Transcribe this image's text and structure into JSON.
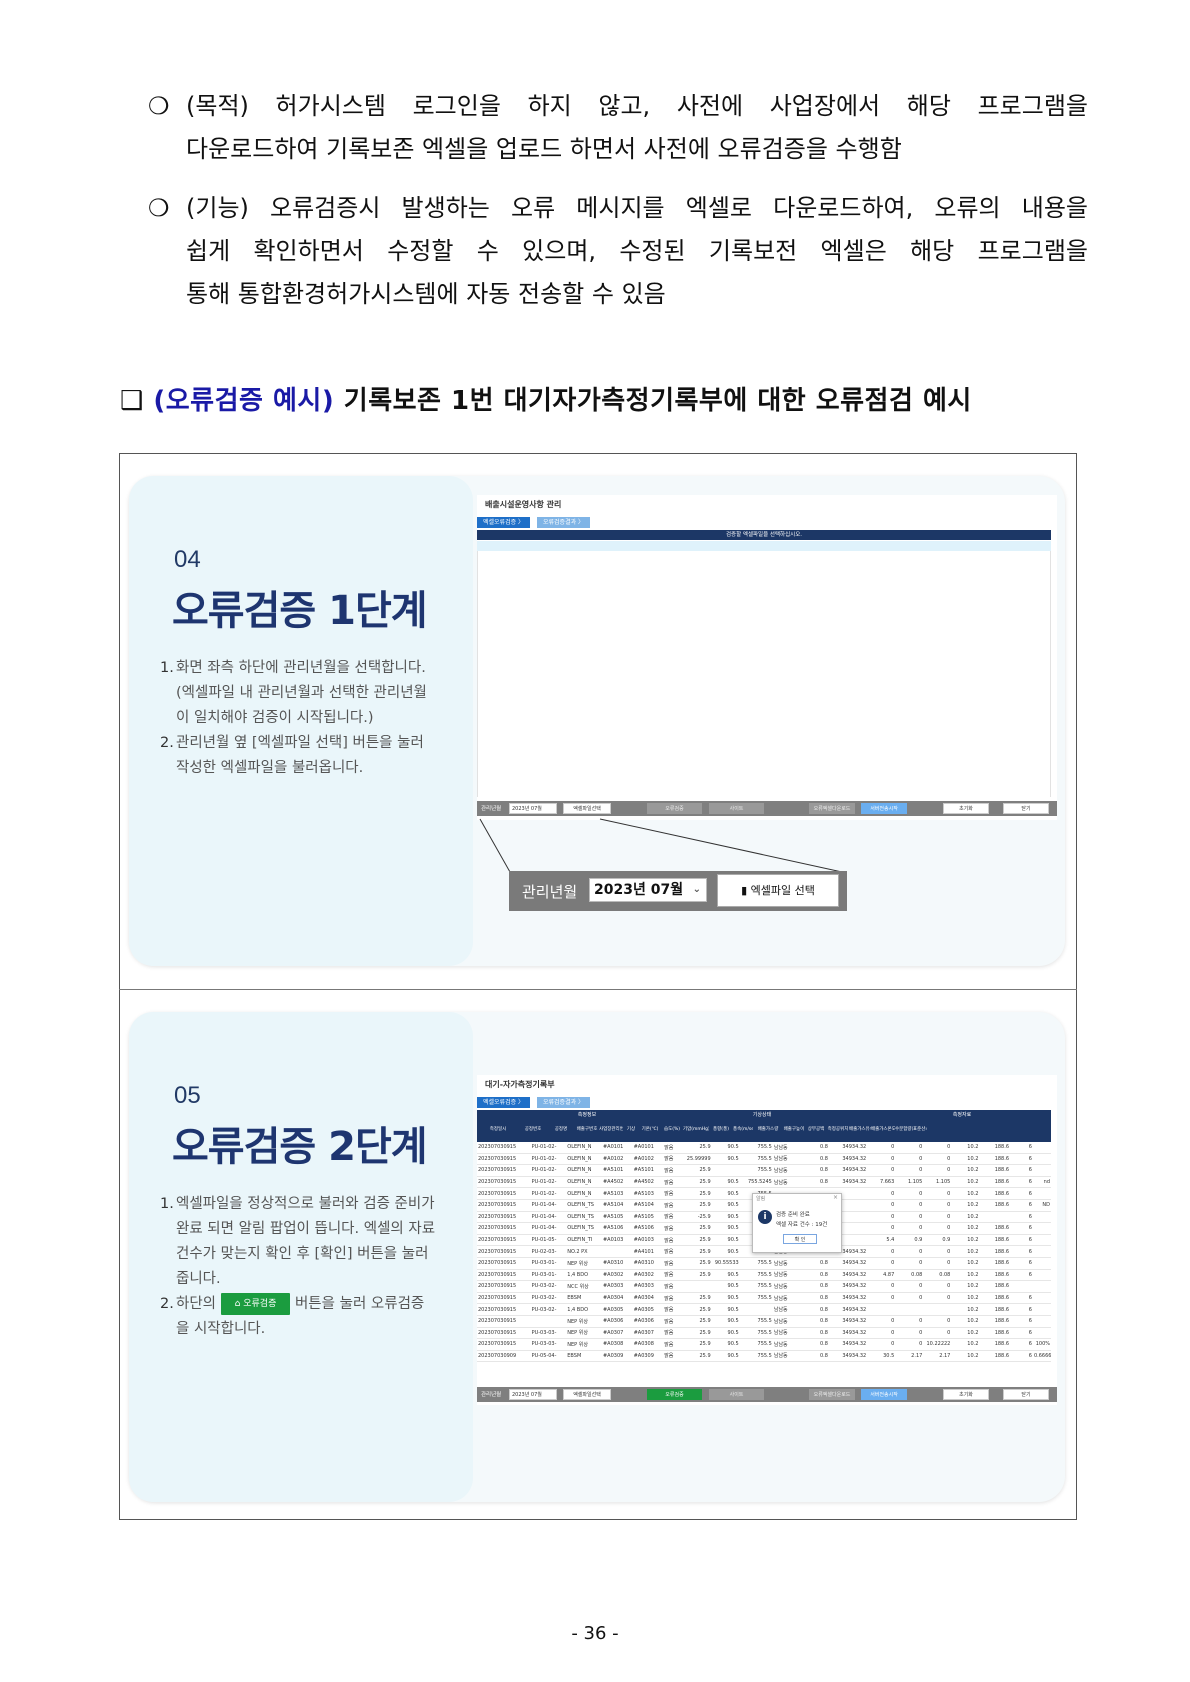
{
  "paragraphs": [
    {
      "marker": "❍",
      "lines": [
        "(목적) 허가시스템 로그인을 하지 않고, 사전에 사업장에서 해당 프로그램을",
        "다운로드하여 기록보존 엑셀을 업로드 하면서 사전에 오류검증을 수행함"
      ]
    },
    {
      "marker": "❍",
      "lines": [
        "(기능) 오류검증시 발생하는 오류 메시지를 엑셀로 다운로드하여, 오류의 내용을",
        "쉽게 확인하면서 수정할 수 있으며, 수정된 기록보전 엑셀은 해당 프로그램을",
        "통해 통합환경허가시스템에 자동 전송할 수 있음"
      ]
    }
  ],
  "heading": {
    "marker": "❑",
    "blue": "(오류검증 예시)",
    "rest": "기록보존 1번 대기자가측정기록부에 대한 오류점검 예시"
  },
  "step1": {
    "num": "04",
    "title": "오류검증 1단계",
    "items": [
      {
        "n": "1.",
        "lines": [
          "화면 좌측 하단에 관리년월을 선택합니다.",
          "(엑셀파일 내 관리년월과 선택한 관리년월",
          "이 일치해야 검증이 시작됩니다.)"
        ]
      },
      {
        "n": "2.",
        "lines": [
          "관리년월 옆 [엑셀파일 선택] 버튼을 눌러",
          "작성한 엑셀파일을 불러옵니다."
        ]
      }
    ],
    "screen": {
      "title": "배출시설운영사항 관리",
      "tabs": [
        "엑셀오류검증 〉",
        "오류검증결과 〉"
      ],
      "banner": "검증할 엑셀파일을 선택하십시오.",
      "month_label": "관리년월",
      "month_value": "2023년 07월",
      "file_btn": "엑셀파일선택",
      "btns": [
        "오류검증",
        "사이트",
        "오류엑셀다운로드",
        "서버전송시작",
        "초기화",
        "닫기"
      ]
    },
    "zoom": {
      "month_label": "관리년월",
      "month_value": "2023년 07월",
      "file_btn": "엑셀파일 선택"
    }
  },
  "step2": {
    "num": "05",
    "title": "오류검증 2단계",
    "item1": {
      "n": "1.",
      "lines": [
        "엑셀파일을 정상적으로 불러와 검증 준비가",
        "완료 되면 알림 팝업이 뜹니다. 엑셀의 자료",
        "건수가 맞는지 확인 후 [확인] 버튼을 눌러",
        "줍니다."
      ]
    },
    "item2": {
      "n": "2.",
      "before": "하단의",
      "btn": "오류검증",
      "after": "버튼을 눌러 오류검증",
      "line2": "을 시작합니다."
    },
    "screen": {
      "title": "대기-자가측정기록부",
      "tabs": [
        "엑셀오류검증 〉",
        "오류검증결과 〉"
      ],
      "group_headers": [
        "측정정보",
        "기상상태",
        "측정자료"
      ],
      "col_headers": [
        "측정일시",
        "공정번호",
        "공정명",
        "배출구번호",
        "사업장관리번호",
        "기상",
        "기온(℃)",
        "습도(%)",
        "기압(mmHg)",
        "풍향(풍)",
        "풍속(m/sec)",
        "배출가스량",
        "배출구높이",
        "상부공백",
        "측정공위치",
        "배출가스유속",
        "배출가스온도",
        "수분함량(%)",
        "표준산소농도"
      ],
      "rows": [
        [
          "202307030915",
          "PU-01-02-",
          "OLEFIN_N",
          "#A0101",
          "#A0101",
          "맑음",
          "25.9",
          "90.5",
          "755.5",
          "남남동",
          "0.8",
          "34934.32",
          "0",
          "0",
          "0",
          "10.2",
          "188.6",
          "6",
          ""
        ],
        [
          "202307030915",
          "PU-01-02-",
          "OLEFIN_N",
          "#A0102",
          "#A0102",
          "맑음",
          "25.99999",
          "90.5",
          "755.5",
          "남남동",
          "0.8",
          "34934.32",
          "0",
          "0",
          "0",
          "10.2",
          "188.6",
          "6",
          ""
        ],
        [
          "202307030915",
          "PU-01-02-",
          "OLEFIN_N",
          "#A5101",
          "#A5101",
          "맑음",
          "25.9",
          "",
          "755.5",
          "남남동",
          "0.8",
          "34934.32",
          "0",
          "0",
          "0",
          "10.2",
          "188.6",
          "6",
          ""
        ],
        [
          "202307030915",
          "PU-01-02-",
          "OLEFIN_N",
          "#A4502",
          "#A4502",
          "맑음",
          "25.9",
          "90.5",
          "755.5245",
          "남남동",
          "0.8",
          "34934.32",
          "7.663",
          "1.105",
          "1.105",
          "10.2",
          "188.6",
          "6",
          "nd"
        ],
        [
          "202307030915",
          "PU-01-02-",
          "OLEFIN_N",
          "#A5103",
          "#A5103",
          "맑음",
          "25.9",
          "90.5",
          "755.5",
          "",
          "",
          "",
          "0",
          "0",
          "0",
          "10.2",
          "188.6",
          "6",
          ""
        ],
        [
          "202307030915",
          "PU-01-04-",
          "OLEFIN_TS",
          "#A5104",
          "#A5104",
          "맑음",
          "25.9",
          "90.5",
          "755.5",
          "",
          "",
          "",
          "0",
          "0",
          "0",
          "10.2",
          "188.6",
          "6",
          "ND"
        ],
        [
          "202307030915",
          "PU-01-04-",
          "OLEFIN_TS",
          "#A5105",
          "#A5105",
          "맑음",
          "-25.9",
          "90.5",
          "755.5",
          "",
          "",
          "",
          "0",
          "0",
          "0",
          "10.2",
          "",
          "6",
          ""
        ],
        [
          "202307030915",
          "PU-01-04-",
          "OLEFIN_TS",
          "#A5106",
          "#A5106",
          "맑음",
          "25.9",
          "90.5",
          "755.5",
          "",
          "",
          "",
          "0",
          "0",
          "0",
          "10.2",
          "188.6",
          "6",
          ""
        ],
        [
          "202307030915",
          "PU-01-05-",
          "OLEFIN_TI",
          "#A0103",
          "#A0103",
          "맑음",
          "25.9",
          "90.5",
          "755.5",
          "",
          "",
          "",
          "5.4",
          "0.9",
          "0.9",
          "10.2",
          "188.6",
          "6",
          ""
        ],
        [
          "202307030915",
          "PU-02-03-",
          "NO.2 PX",
          "",
          "#A4101",
          "맑음",
          "25.9",
          "90.5",
          "755.5",
          "남남동",
          "0.8",
          "34934.32",
          "0",
          "0",
          "0",
          "10.2",
          "188.6",
          "6",
          ""
        ],
        [
          "202307030915",
          "PU-03-01-",
          "NEP 위상",
          "#A0310",
          "#A0310",
          "맑음",
          "25.9",
          "90.55533",
          "755.5",
          "남남동",
          "0.8",
          "34934.32",
          "0",
          "0",
          "0",
          "10.2",
          "188.6",
          "6",
          ""
        ],
        [
          "202307030915",
          "PU-03-01-",
          "1,4 BDO",
          "#A0302",
          "#A0302",
          "맑음",
          "25.9",
          "90.5",
          "755.5",
          "남남동",
          "0.8",
          "34934.32",
          "4.87",
          "0.08",
          "0.08",
          "10.2",
          "188.6",
          "6",
          ""
        ],
        [
          "202307030915",
          "PU-03-02-",
          "NCC 위상",
          "#A0303",
          "#A0303",
          "맑음",
          "",
          "90.5",
          "755.5",
          "남남동",
          "0.8",
          "34934.32",
          "0",
          "0",
          "0",
          "10.2",
          "188.6",
          "",
          ""
        ],
        [
          "202307030915",
          "PU-03-02-",
          "EBSM",
          "#A0304",
          "#A0304",
          "맑음",
          "25.9",
          "90.5",
          "755.5",
          "남남동",
          "0.8",
          "34934.32",
          "0",
          "0",
          "0",
          "10.2",
          "188.6",
          "6",
          ""
        ],
        [
          "202307030915",
          "PU-03-02-",
          "1,4 BDO",
          "#A0305",
          "#A0305",
          "맑음",
          "25.9",
          "90.5",
          "",
          "남남동",
          "0.8",
          "34934.32",
          "",
          "",
          "",
          "10.2",
          "188.6",
          "6",
          ""
        ],
        [
          "202307030915",
          "",
          "NEP 위상",
          "#A0306",
          "#A0306",
          "맑음",
          "25.9",
          "90.5",
          "755.5",
          "남남동",
          "0.8",
          "34934.32",
          "0",
          "0",
          "0",
          "10.2",
          "188.6",
          "6",
          ""
        ],
        [
          "202307030915",
          "PU-03-03-",
          "NEP 위상",
          "#A0307",
          "#A0307",
          "맑음",
          "25.9",
          "90.5",
          "755.5",
          "남남동",
          "0.8",
          "34934.32",
          "0",
          "0",
          "0",
          "10.2",
          "188.6",
          "6",
          ""
        ],
        [
          "202307030915",
          "PU-03-03-",
          "NEP 위상",
          "#A0308",
          "#A0308",
          "맑음",
          "25.9",
          "90.5",
          "755.5",
          "남남동",
          "0.8",
          "34934.32",
          "0",
          "0",
          "10.22222",
          "10.2",
          "188.6",
          "6",
          "100%"
        ],
        [
          "202307030909",
          "PU-05-04-",
          "EBSM",
          "#A0309",
          "#A0309",
          "맑음",
          "25.9",
          "90.5",
          "755.5",
          "남남동",
          "0.8",
          "34934.32",
          "30.5",
          "2.17",
          "2.17",
          "10.2",
          "188.6",
          "6",
          "0.6666"
        ]
      ],
      "popup": {
        "title": "알림",
        "message1": "검증 준비 완료",
        "message2": "엑셀 자료 건수 : 19건",
        "ok": "확 인"
      },
      "month_label": "관리년월",
      "month_value": "2023년 07월",
      "file_btn": "엑셀파일선택",
      "btns": [
        "오류검증",
        "사이트",
        "오류엑셀다운로드",
        "서버전송시작",
        "초기화",
        "닫기"
      ]
    }
  },
  "page_number": "- 36 -"
}
